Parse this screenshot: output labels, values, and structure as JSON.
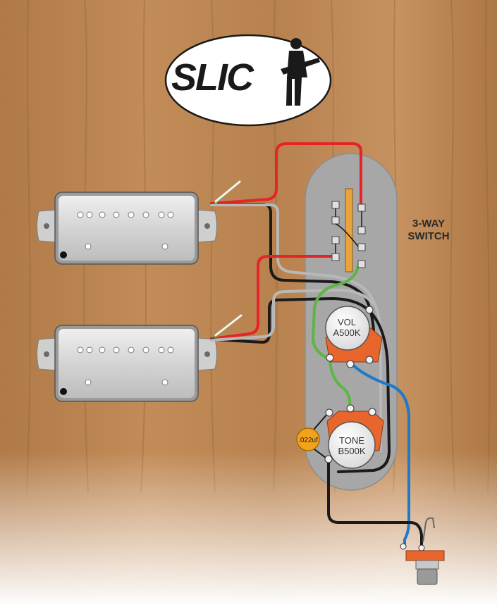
{
  "logo": {
    "text": "SLIC"
  },
  "switch": {
    "line1": "3-WAY",
    "line2": "SWITCH"
  },
  "volume_pot": {
    "line1": "VOL",
    "line2": "A500K"
  },
  "tone_pot": {
    "line1": "TONE",
    "line2": "B500K"
  },
  "capacitor": {
    "value": ".022uf"
  },
  "colors": {
    "wood": "#b98350",
    "control_plate": "#a5a5a5",
    "pot_lug_orange": "#e8662c",
    "wire_red": "#e52427",
    "wire_black": "#1a1a1a",
    "wire_green": "#5db545",
    "wire_blue": "#1f78c8",
    "wire_gray": "#b3b3b3",
    "capacitor": "#f3a21c"
  }
}
